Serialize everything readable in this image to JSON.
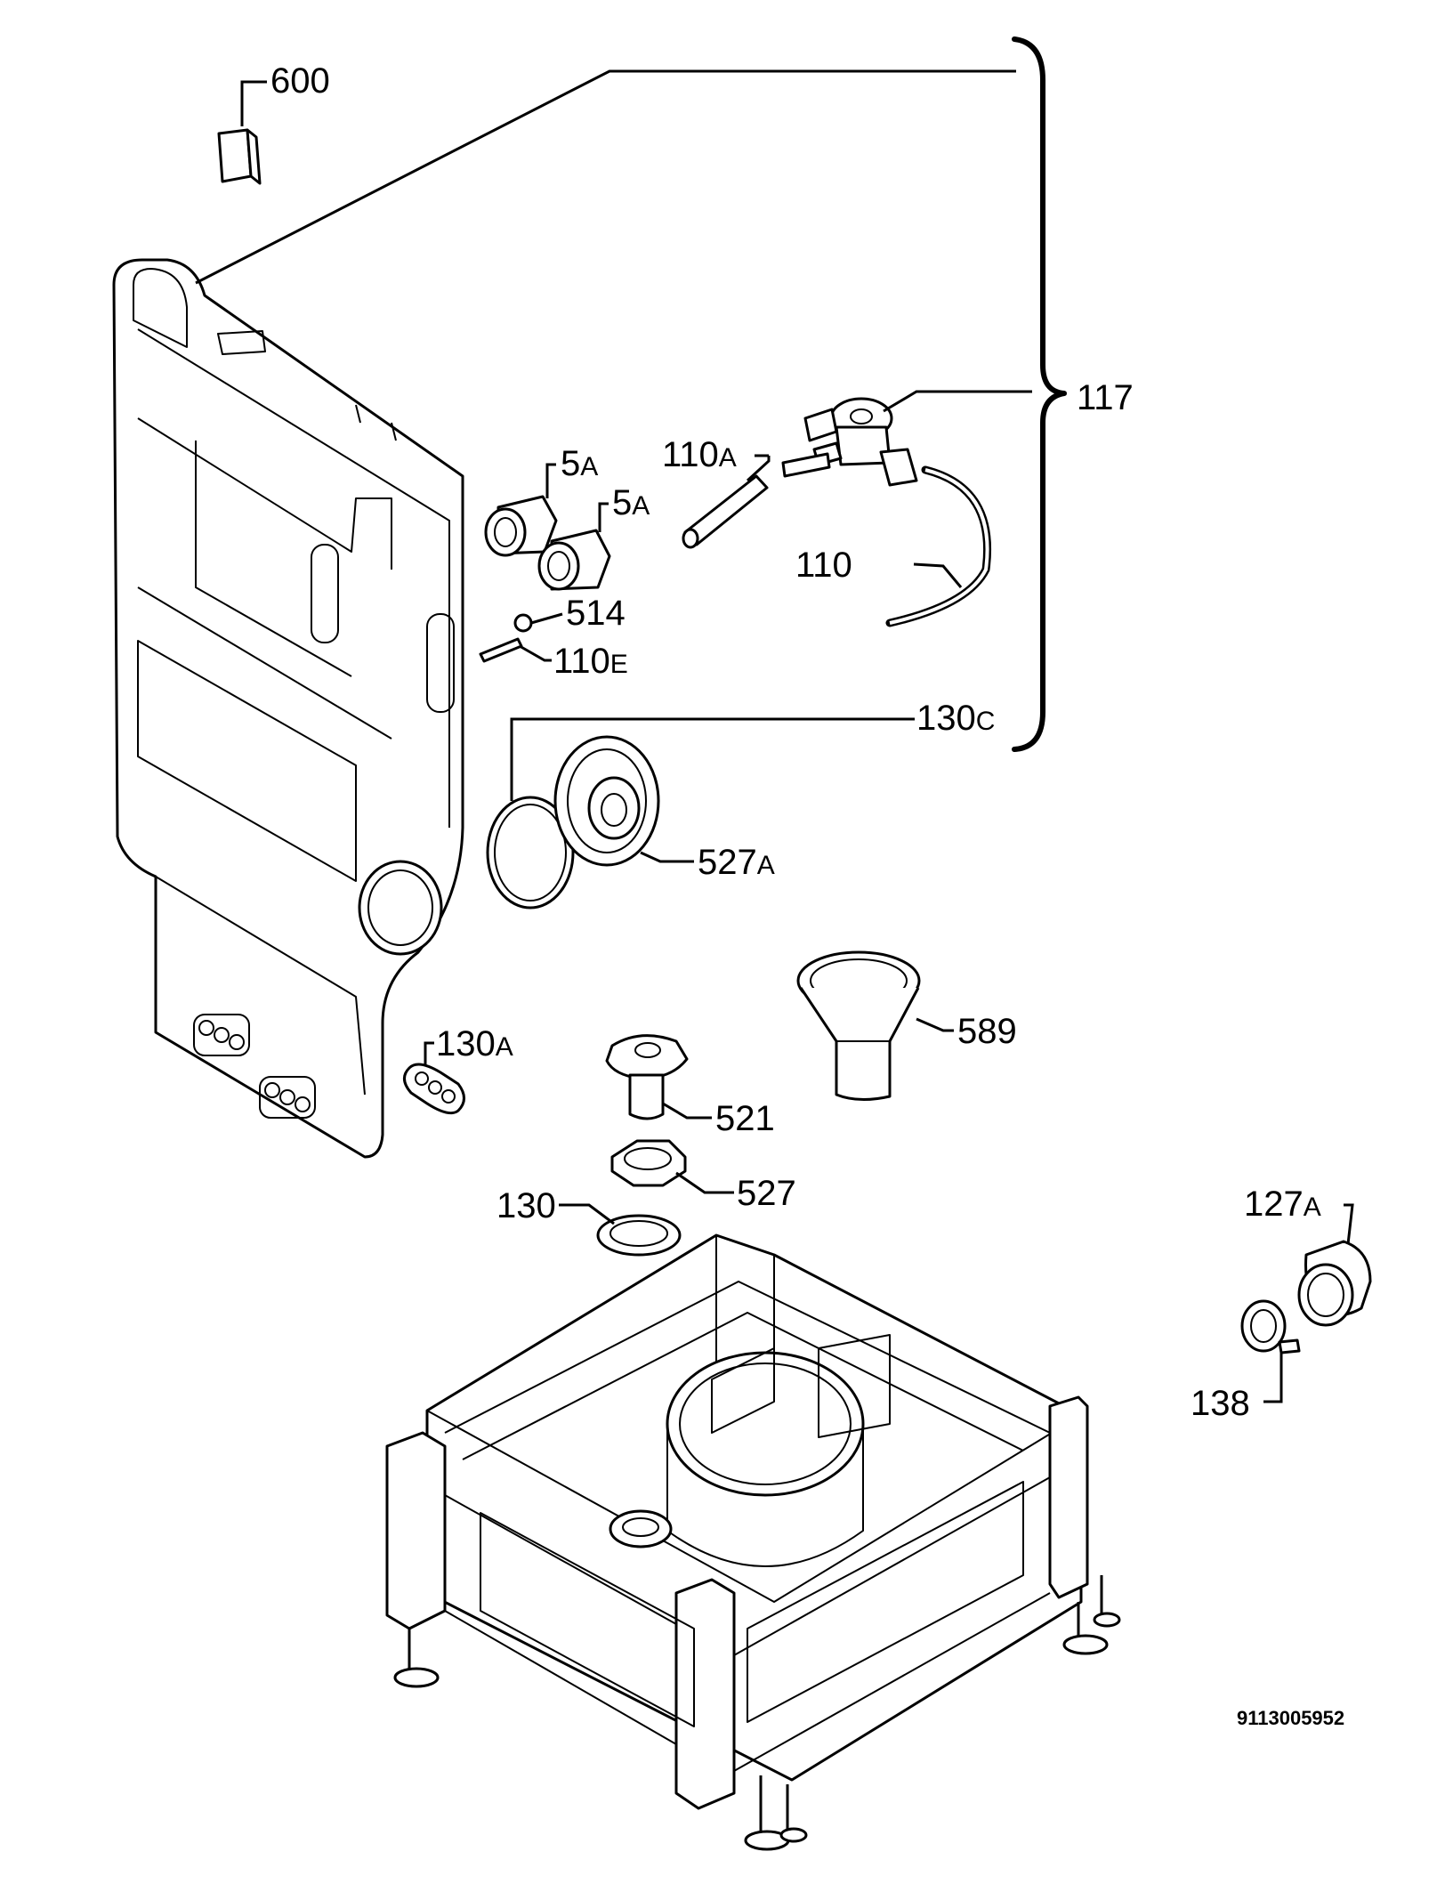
{
  "labels": {
    "p600": {
      "main": "600",
      "suffix": ""
    },
    "p117": {
      "main": "117",
      "suffix": ""
    },
    "p110a": {
      "main": "110",
      "suffix": "A"
    },
    "p5a_1": {
      "main": "5",
      "suffix": "A"
    },
    "p5a_2": {
      "main": "5",
      "suffix": "A"
    },
    "p110": {
      "main": "110",
      "suffix": ""
    },
    "p514": {
      "main": "514",
      "suffix": ""
    },
    "p110e": {
      "main": "110",
      "suffix": "E"
    },
    "p130c": {
      "main": "130",
      "suffix": "C"
    },
    "p527a": {
      "main": "527",
      "suffix": "A"
    },
    "p589": {
      "main": "589",
      "suffix": ""
    },
    "p130a": {
      "main": "130",
      "suffix": "A"
    },
    "p521": {
      "main": "521",
      "suffix": ""
    },
    "p527": {
      "main": "527",
      "suffix": ""
    },
    "p130": {
      "main": "130",
      "suffix": ""
    },
    "p127a": {
      "main": "127",
      "suffix": "A"
    },
    "p138": {
      "main": "138",
      "suffix": ""
    }
  },
  "document_number": "9113005952"
}
